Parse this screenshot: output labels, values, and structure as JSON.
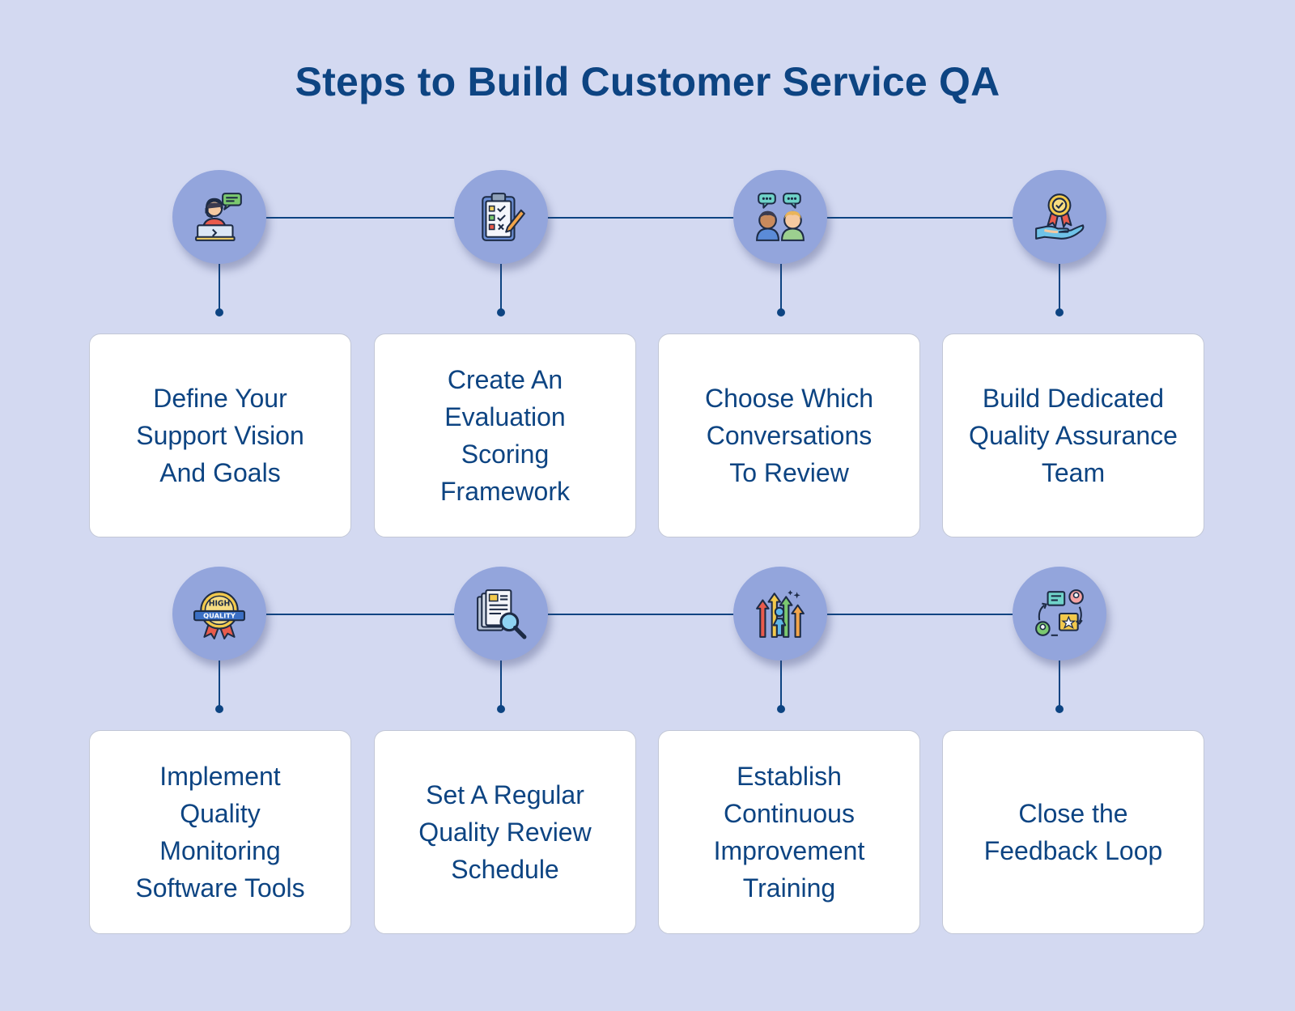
{
  "title": "Steps to Build Customer Service QA",
  "colors": {
    "background": "#d3d9f1",
    "accent": "#0d4482",
    "node": "#93a5dc",
    "card": "#ffffff"
  },
  "steps": [
    {
      "icon": "support-agent-icon",
      "label": "Define Your\nSupport Vision\nAnd Goals"
    },
    {
      "icon": "clipboard-checklist-icon",
      "label": "Create An\nEvaluation\nScoring\nFramework"
    },
    {
      "icon": "conversation-people-icon",
      "label": "Choose Which\nConversations\nTo Review"
    },
    {
      "icon": "award-hand-icon",
      "label": "Build Dedicated\nQuality Assurance\nTeam"
    },
    {
      "icon": "high-quality-badge-icon",
      "label": "Implement\nQuality\nMonitoring\nSoftware Tools"
    },
    {
      "icon": "document-search-icon",
      "label": "Set A Regular\nQuality Review\nSchedule"
    },
    {
      "icon": "growth-arrows-icon",
      "label": "Establish\nContinuous\nImprovement\nTraining"
    },
    {
      "icon": "feedback-loop-icon",
      "label": "Close the\nFeedback Loop"
    }
  ],
  "badge": {
    "line1": "HIGH",
    "line2": "QUALITY"
  }
}
